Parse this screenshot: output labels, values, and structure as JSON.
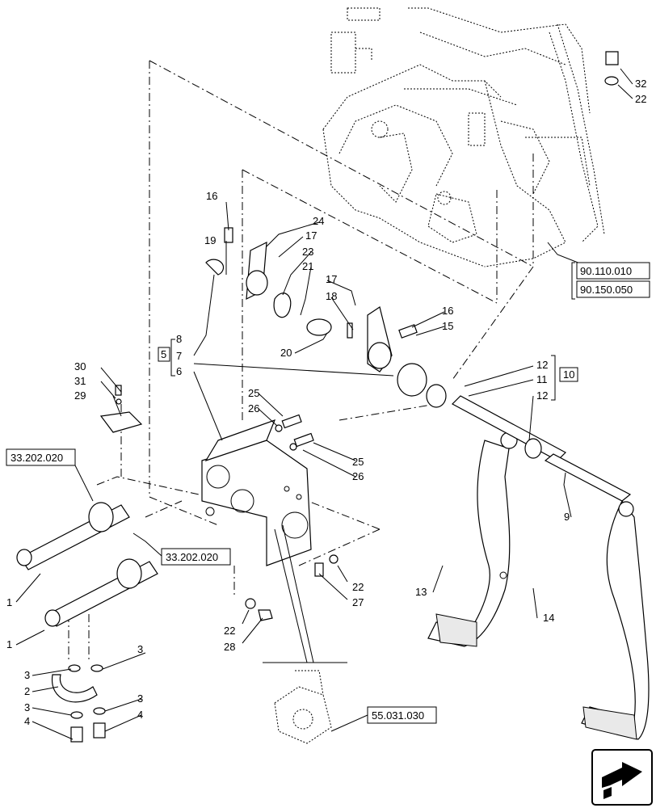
{
  "callouts": {
    "c1a": "1",
    "c1b": "1",
    "c2": "2",
    "c3a": "3",
    "c3b": "3",
    "c3c": "3",
    "c3d": "3",
    "c4a": "4",
    "c4b": "4",
    "c5": "5",
    "c6": "6",
    "c7": "7",
    "c8": "8",
    "c9": "9",
    "c10": "10",
    "c11": "11",
    "c12a": "12",
    "c12b": "12",
    "c13": "13",
    "c14": "14",
    "c15": "15",
    "c16a": "16",
    "c16b": "16",
    "c17a": "17",
    "c17b": "17",
    "c18": "18",
    "c19": "19",
    "c20": "20",
    "c21": "21",
    "c22a": "22",
    "c22b": "22",
    "c22c": "22",
    "c23": "23",
    "c24": "24",
    "c25a": "25",
    "c25b": "25",
    "c26a": "26",
    "c26b": "26",
    "c27": "27",
    "c28": "28",
    "c29": "29",
    "c30": "30",
    "c31": "31",
    "c32": "32"
  },
  "references": {
    "ref_90110010": "90.110.010",
    "ref_90150050": "90.150.050",
    "ref_33202020_top": "33.202.020",
    "ref_33202020_mid": "33.202.020",
    "ref_55031030": "55.031.030"
  },
  "navigation": {
    "next_icon": "arrow-right-icon"
  }
}
